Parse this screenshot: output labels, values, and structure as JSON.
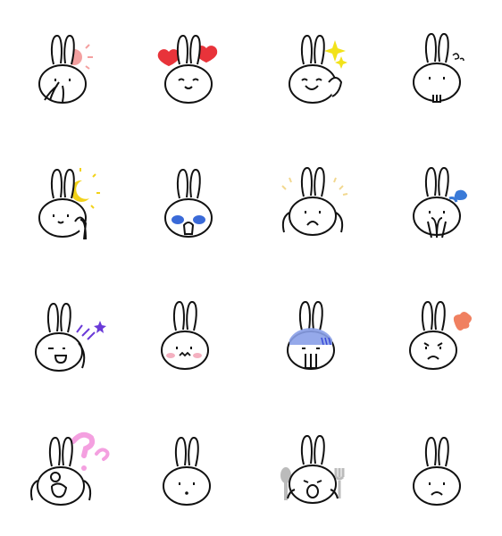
{
  "sheet": {
    "background": "#ffffff",
    "line_color": "#111111",
    "stickers": [
      {
        "expression": "shy-hand-on-mouth",
        "accent": "#f4a0a0"
      },
      {
        "expression": "in-love-hearts",
        "accent": "#e8333a"
      },
      {
        "expression": "sparkle-happy",
        "accent": "#f2e21a"
      },
      {
        "expression": "buck-teeth-dizzy",
        "accent": "#111111"
      },
      {
        "expression": "good-night-moon",
        "accent": "#f2d21a"
      },
      {
        "expression": "crying-tears",
        "accent": "#3a6ad8"
      },
      {
        "expression": "sad-arms-up",
        "accent": "#f2d890"
      },
      {
        "expression": "praying-sweat",
        "accent": "#3a7ad8"
      },
      {
        "expression": "tongue-out-stars",
        "accent": "#6a3ad8"
      },
      {
        "expression": "blushing-wavy-mouth",
        "accent": "#f4b0c0"
      },
      {
        "expression": "shocked-blue-gloom",
        "accent": "#8aa0e8"
      },
      {
        "expression": "angry-puff",
        "accent": "#f08060"
      },
      {
        "expression": "confused-question-marks",
        "accent": "#f4a0e0"
      },
      {
        "expression": "neutral-dot-mouth",
        "accent": "#111111"
      },
      {
        "expression": "hungry-spoon-fork",
        "accent": "#bbbbbb"
      },
      {
        "expression": "frown",
        "accent": "#111111"
      }
    ]
  }
}
